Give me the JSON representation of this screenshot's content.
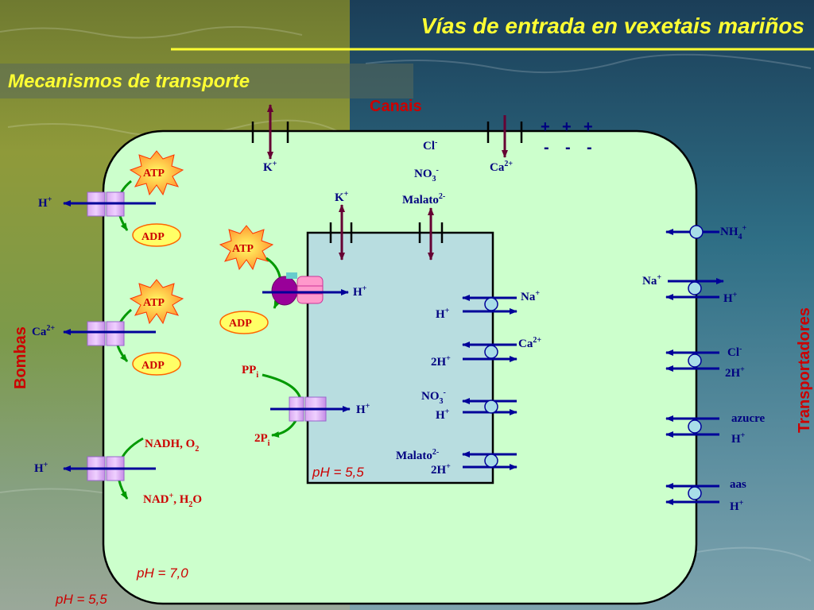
{
  "slide": {
    "title": "Vías de entrada en vexetais mariños",
    "subtitle": "Mecanismos de transporte",
    "colors": {
      "title_yellow": "#ffff33",
      "label_blue": "#000080",
      "accent_red": "#cc0000",
      "cell_green": "#ccffcc",
      "vacuole_blue": "#b8dde0"
    }
  },
  "sections": {
    "canais": "Canais",
    "bombas": "Bombas",
    "transportadores": "Transportadores"
  },
  "membrane_charges": {
    "plus": [
      "+",
      "+",
      "+"
    ],
    "minus": [
      "-",
      "-",
      "-"
    ]
  },
  "channels": {
    "plasma_k": "K",
    "plasma_k_sup": "+",
    "plasma_ca": "Ca",
    "plasma_ca_sup": "2+",
    "anion_cl": "Cl",
    "anion_cl_sup": "-",
    "anion_no3": "NO",
    "anion_no3_sub": "3",
    "anion_no3_sup": "-",
    "vac_k": "K",
    "vac_k_sup": "+",
    "vac_malato": "Malato",
    "vac_malato_sup": "2-"
  },
  "pumps": {
    "atp": "ATP",
    "adp": "ADP",
    "h": "H",
    "h_sup": "+",
    "ca": "Ca",
    "ca_sup": "2+",
    "nadh": "NADH, O",
    "nadh_sub": "2",
    "nad": "NAD",
    "nad_sup": "+",
    "nad_rest": ", H",
    "nad_sub": "2",
    "nad_end": "O",
    "ppi": "PP",
    "ppi_sub": "i",
    "two_pi": "2P",
    "two_pi_sub": "i"
  },
  "vacuole_transporters": [
    {
      "out": "Na",
      "out_sup": "+",
      "in": "H",
      "in_sup": "+"
    },
    {
      "out": "Ca",
      "out_sup": "2+",
      "in": "2H",
      "in_sup": "+"
    },
    {
      "out": "NO",
      "out_sub": "3",
      "out_sup": "-",
      "in": "H",
      "in_sup": "+"
    },
    {
      "out": "Malato",
      "out_sup": "2-",
      "in": "2H",
      "in_sup": "+"
    }
  ],
  "plasma_transporters": [
    {
      "a": "NH",
      "a_sub": "4",
      "a_sup": "+"
    },
    {
      "a": "Na",
      "a_sup": "+",
      "b": "H",
      "b_sup": "+"
    },
    {
      "a": "Cl",
      "a_sup": "-",
      "b": "2H",
      "b_sup": "+"
    },
    {
      "a": "azucre",
      "b": "H",
      "b_sup": "+"
    },
    {
      "a": "aas",
      "b": "H",
      "b_sup": "+"
    }
  ],
  "ph": {
    "vacuole": "pH = 5,5",
    "cytoplasm": "pH = 7,0",
    "outside": "pH = 5,5"
  }
}
